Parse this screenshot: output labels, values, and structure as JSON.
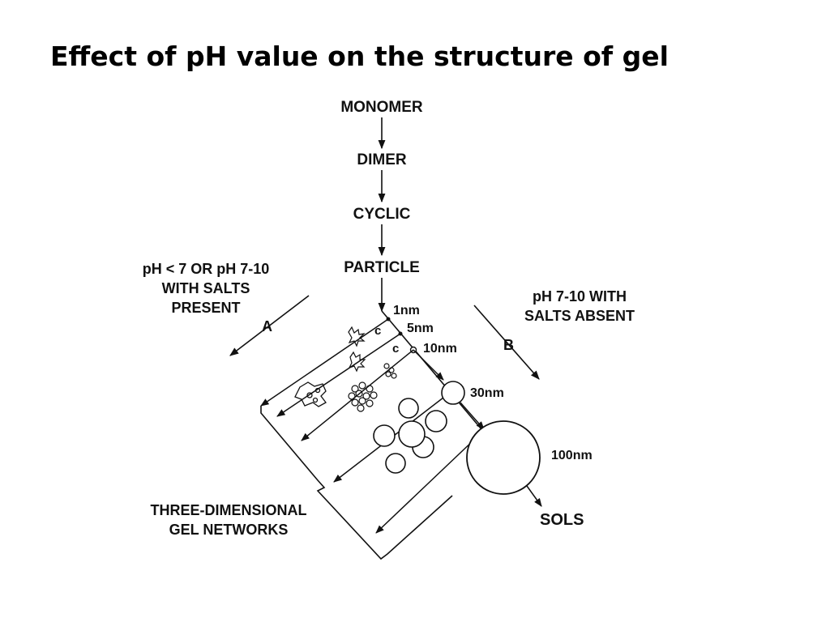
{
  "title": "Effect of pH value on the structure of gel",
  "pathway": {
    "monomer": "MONOMER",
    "dimer": "DIMER",
    "cyclic": "CYCLIC",
    "particle": "PARTICLE"
  },
  "sizes": {
    "s1": "1nm",
    "s5": "5nm",
    "s10": "10nm",
    "s30": "30nm",
    "s100": "100nm"
  },
  "condensation_mark": "c",
  "branch_a": {
    "marker": "A",
    "condition_lines": [
      "pH < 7 OR pH 7-10",
      "WITH SALTS",
      "PRESENT"
    ]
  },
  "branch_b": {
    "marker": "B",
    "condition_lines": [
      "pH 7-10 WITH",
      "SALTS ABSENT"
    ]
  },
  "outcomes": {
    "gel_lines": [
      "THREE-DIMENSIONAL",
      "GEL NETWORKS"
    ],
    "sols": "SOLS"
  }
}
